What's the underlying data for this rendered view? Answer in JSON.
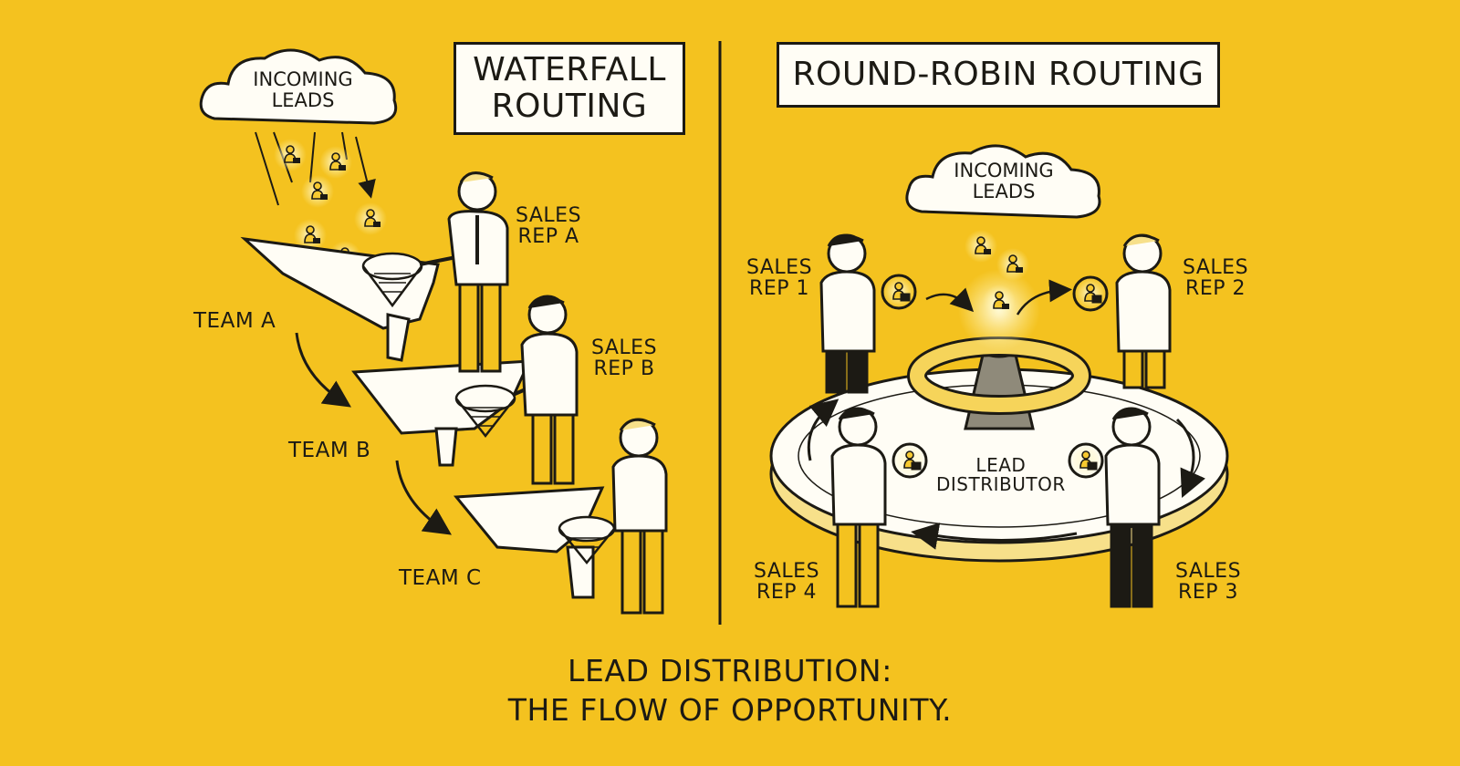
{
  "left": {
    "title_line1": "WATERFALL",
    "title_line2": "ROUTING",
    "cloud_line1": "INCOMING",
    "cloud_line2": "LEADS",
    "rep_a_line1": "SALES",
    "rep_a_line2": "REP A",
    "rep_b_line1": "SALES",
    "rep_b_line2": "REP B",
    "team_a": "TEAM A",
    "team_b": "TEAM B",
    "team_c": "TEAM C"
  },
  "right": {
    "title": "ROUND-ROBIN ROUTING",
    "cloud_line1": "INCOMING",
    "cloud_line2": "LEADS",
    "rep_1_line1": "SALES",
    "rep_1_line2": "REP 1",
    "rep_2_line1": "SALES",
    "rep_2_line2": "REP 2",
    "rep_3_line1": "SALES",
    "rep_3_line2": "REP 3",
    "rep_4_line1": "SALES",
    "rep_4_line2": "REP 4",
    "distributor_line1": "LEAD",
    "distributor_line2": "DISTRIBUTOR"
  },
  "caption": {
    "line1": "LEAD DISTRIBUTION:",
    "line2": "THE FLOW OF OPPORTUNITY."
  },
  "colors": {
    "background": "#f4c21f",
    "ink": "#1c1a14",
    "paper": "#fffdf5",
    "glow": "#fff3a8"
  }
}
